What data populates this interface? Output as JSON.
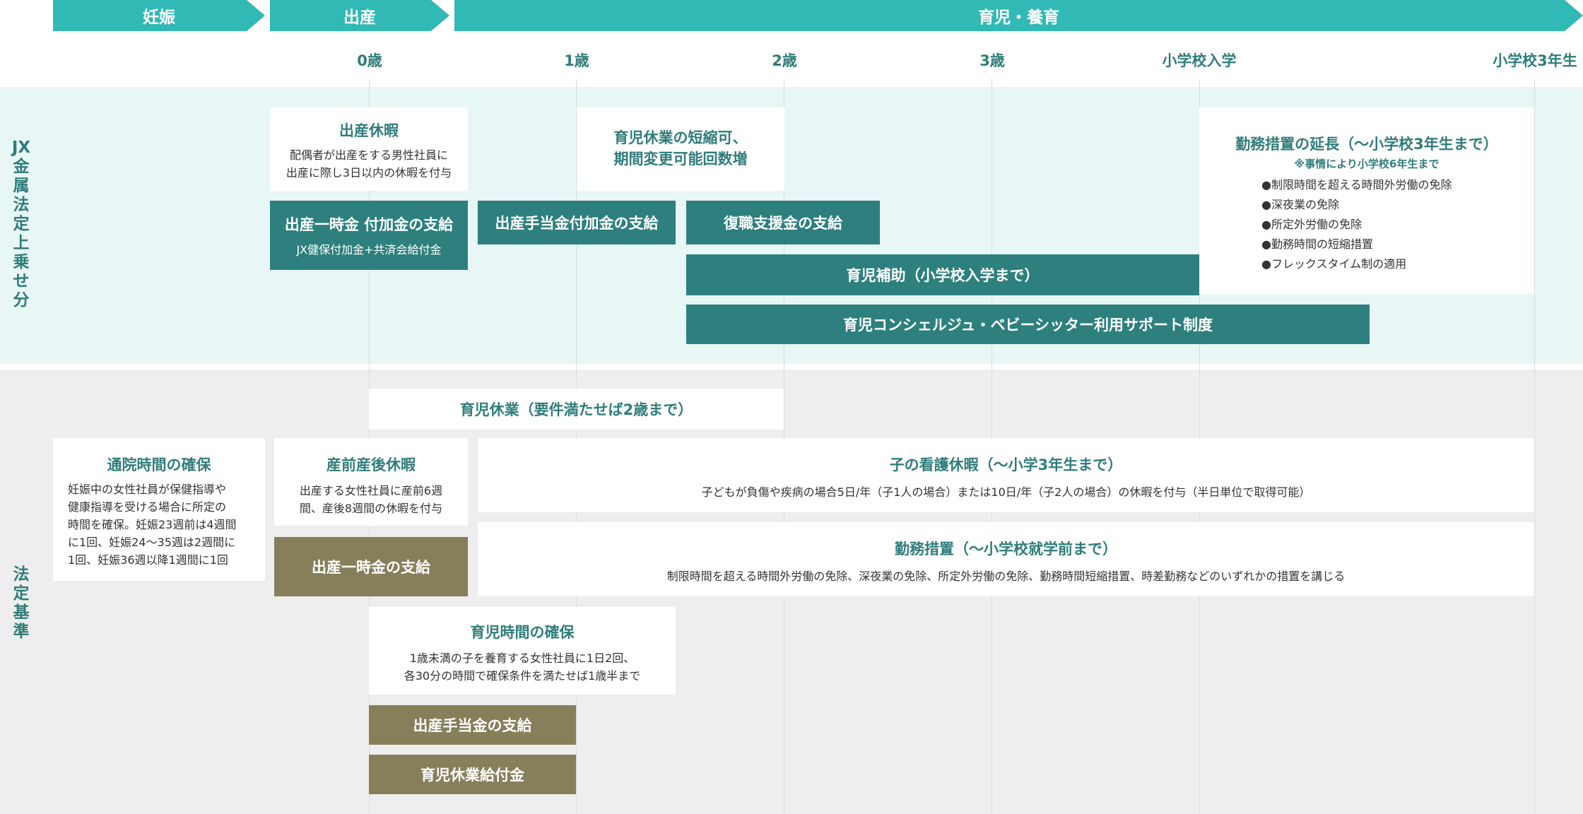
{
  "phases": {
    "pregnancy": "妊娠",
    "birth": "出産",
    "childcare": "育児・養育"
  },
  "ages": [
    "0歳",
    "1歳",
    "2歳",
    "3歳",
    "小学校入学",
    "小学校3年生"
  ],
  "sections": {
    "top": [
      "JX",
      "金",
      "属",
      "法",
      "定",
      "上",
      "乗",
      "せ",
      "分"
    ],
    "bottom": [
      "法",
      "定",
      "基",
      "準"
    ]
  },
  "top": {
    "maternity_leave": {
      "title": "出産休暇",
      "lines": [
        "配偶者が出産をする男性社員に",
        "出産に際し3日以内の休暇を付与"
      ]
    },
    "childcare_shorten": {
      "lines": [
        "育児休業の短縮可、",
        "期間変更可能回数増"
      ]
    },
    "birth_lump_addition": {
      "title": "出産一時金 付加金の支給",
      "sub": "JX健保付加金+共済会給付金"
    },
    "birth_allowance_addition": "出産手当金付加金の支給",
    "return_support": "復職支援金の支給",
    "childcare_aid": "育児補助（小学校入学まで）",
    "concierge": "育児コンシェルジュ・ベビーシッター利用サポート制度",
    "work_extension": {
      "title": "勤務措置の延長（〜小学校3年生まで）",
      "note": "※事情により小学校6年生まで",
      "items": [
        "●制限時間を超える時間外労働の免除",
        "●深夜業の免除",
        "●所定外労働の免除",
        "●勤務時間の短縮措置",
        "●フレックスタイム制の適用"
      ]
    }
  },
  "bottom": {
    "childcare_leave": "育児休業（要件満たせば2歳まで）",
    "hospital_time": {
      "title": "通院時間の確保",
      "lines": [
        "妊娠中の女性社員が保健指導や",
        "健康指導を受ける場合に所定の",
        "時間を確保。妊娠23週前は4週間",
        "に1回、妊娠24〜35週は2週間に",
        "1回、妊娠36週以降1週間に1回"
      ]
    },
    "prepost_leave": {
      "title": "産前産後休暇",
      "lines": [
        "出産する女性社員に産前6週",
        "間、産後8週間の休暇を付与"
      ]
    },
    "sick_child_leave": {
      "title": "子の看護休暇（〜小学3年生まで）",
      "line": "子どもが負傷や疾病の場合5日/年（子1人の場合）または10日/年（子2人の場合）の休暇を付与（半日単位で取得可能）"
    },
    "birth_lump": "出産一時金の支給",
    "work_measures": {
      "title": "勤務措置（〜小学校就学前まで）",
      "line": "制限時間を超える時間外労働の免除、深夜業の免除、所定外労働の免除、勤務時間短縮措置、時差勤務などのいずれかの措置を講じる"
    },
    "childcare_time": {
      "title": "育児時間の確保",
      "lines": [
        "1歳未満の子を養育する女性社員に1日2回、",
        "各30分の時間で確保条件を満たせば1歳半まで"
      ]
    },
    "birth_allowance": "出産手当金の支給",
    "childcare_benefit": "育児休業給付金"
  }
}
